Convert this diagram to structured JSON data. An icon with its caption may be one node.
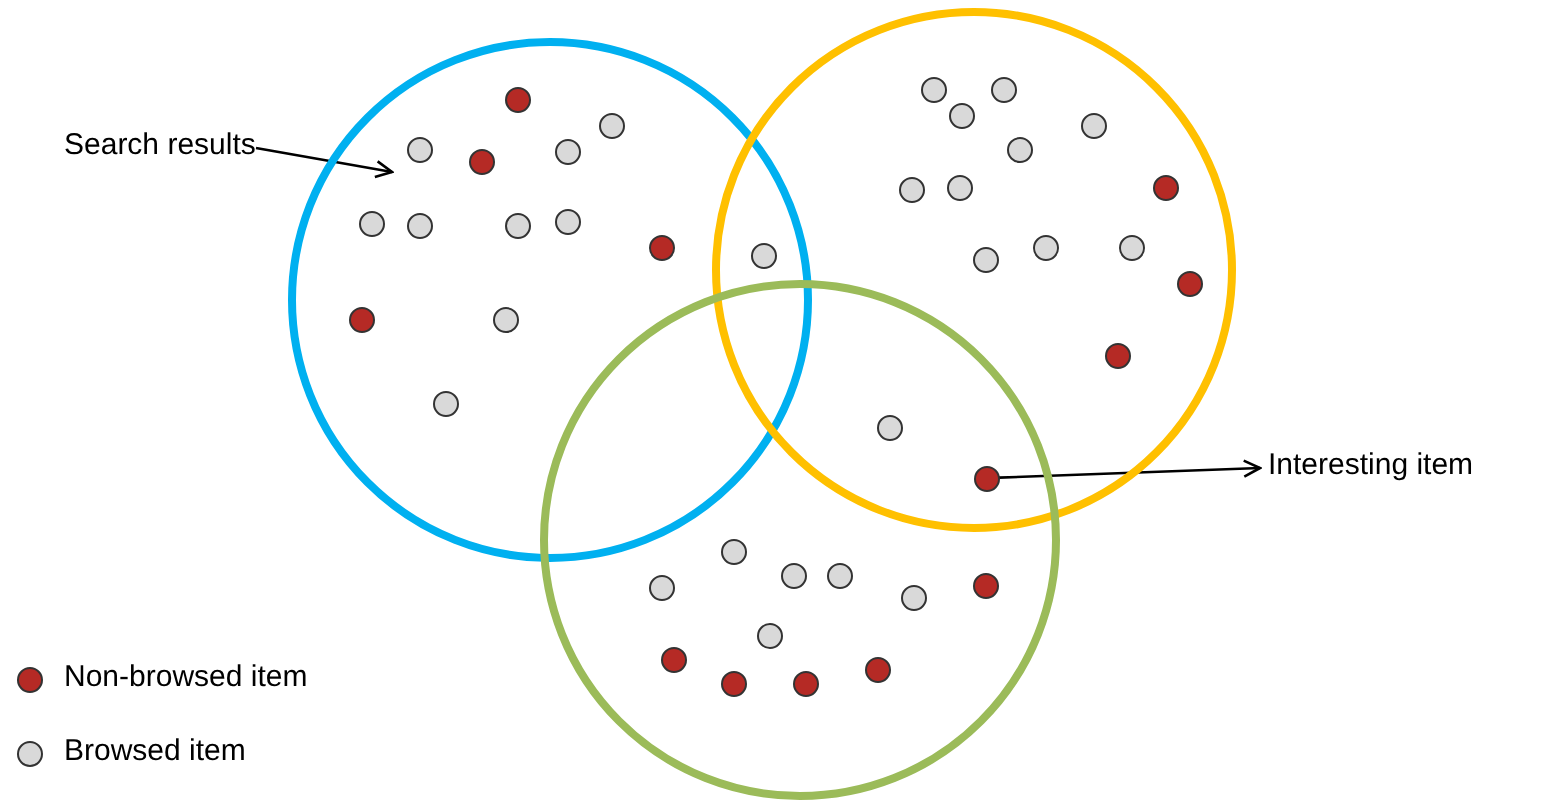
{
  "diagram": {
    "nodes": [
      {
        "text": [
          "Search results"
        ]
      },
      {
        "text": [],
        "shape": "circle"
      },
      {
        "text": [],
        "shape": "circle"
      },
      {
        "text": [],
        "shape": "circle"
      },
      {
        "text": [],
        "shape": "circle"
      },
      {
        "text": [
          "Interesting item"
        ]
      }
    ],
    "edges": [
      {
        "from": 0,
        "to": 1,
        "arrow": "to"
      },
      {
        "from": 4,
        "to": 5,
        "arrow": "to"
      }
    ],
    "legend": [
      {
        "text": "Non-browsed item",
        "color": "#b52a25"
      },
      {
        "text": "Browsed item",
        "color": "#d9d9d9"
      }
    ]
  }
}
